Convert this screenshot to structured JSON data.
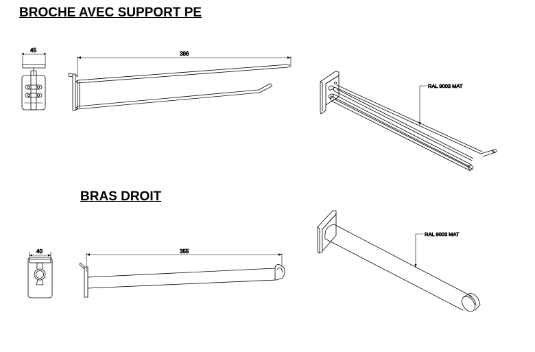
{
  "section1": {
    "title": "BROCHE AVEC SUPPORT PE",
    "dim_width": "45",
    "dim_length": "386",
    "callout": "RAL 9003 MAT"
  },
  "section2": {
    "title": "BRAS DROIT",
    "dim_width": "40",
    "dim_length": "355",
    "callout": "RAL 9003 MAT"
  }
}
